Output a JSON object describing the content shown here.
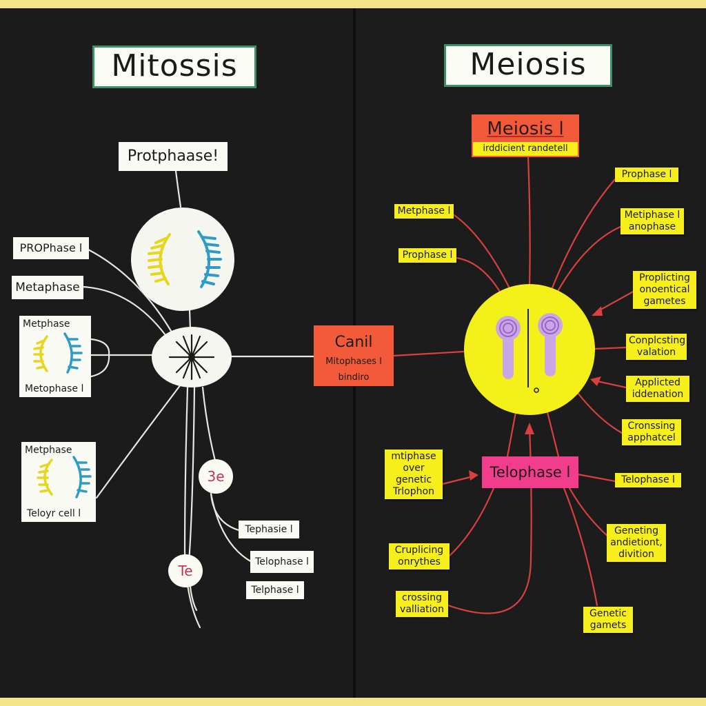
{
  "mitosis": {
    "title": "Mitossis",
    "top_label": "Protphaase!",
    "side_labels": [
      "PROPhase l",
      "Metaphase"
    ],
    "card1": {
      "top": "Metphase",
      "bottom": "Metophase l"
    },
    "card2": {
      "top": "Metphase",
      "bottom": "Teloyr cell l"
    },
    "circle_tags": [
      "3e",
      "Te"
    ],
    "bottom_labels": [
      "Tephasie l",
      "Telophase l",
      "Telphase l"
    ]
  },
  "center": {
    "title": "Canil",
    "lines": [
      "Mitophases l",
      "bindiro"
    ]
  },
  "meiosis": {
    "title": "Meiosis",
    "header": {
      "title": "Meiosis l",
      "subtitle": "irddicient randetell"
    },
    "telophase_label": "Telophase l",
    "notes": [
      {
        "id": "prophase-r1",
        "lines": [
          "Prophase l"
        ]
      },
      {
        "id": "metaphase-anophase",
        "lines": [
          "Metiphase l",
          "anophase"
        ]
      },
      {
        "id": "proplicting",
        "lines": [
          "Proplicting",
          "onoentical",
          "gametes"
        ]
      },
      {
        "id": "conplcsting",
        "lines": [
          "Conplcsting",
          "valation"
        ]
      },
      {
        "id": "applicted",
        "lines": [
          "Applicted",
          "iddenation"
        ]
      },
      {
        "id": "cronssing",
        "lines": [
          "Cronssing",
          "apphatcel"
        ]
      },
      {
        "id": "telophase-r",
        "lines": [
          "Telophase l"
        ]
      },
      {
        "id": "geneting",
        "lines": [
          "Geneting",
          "andietiont,",
          "divition"
        ]
      },
      {
        "id": "genetic-gamets",
        "lines": [
          "Genetic",
          "gamets"
        ]
      },
      {
        "id": "metphase-l",
        "lines": [
          "Metphase l"
        ]
      },
      {
        "id": "prophase-l",
        "lines": [
          "Prophase l"
        ]
      },
      {
        "id": "mtiphase",
        "lines": [
          "mtiphase",
          "over",
          "genetic",
          "Trlophon"
        ]
      },
      {
        "id": "cruplicing",
        "lines": [
          "Cruplicing",
          "onrythes"
        ]
      },
      {
        "id": "crossing",
        "lines": [
          "crossing",
          "valliation"
        ]
      }
    ]
  },
  "colors": {
    "board": "#1c1b1b",
    "sticky_yellow": "#f7ef1c",
    "red_line": "#d8413d",
    "orange_card": "#f25a3a",
    "pink_card": "#f23c8c",
    "yellow_cell": "#f4f019",
    "title_border": "#3f8f66"
  }
}
